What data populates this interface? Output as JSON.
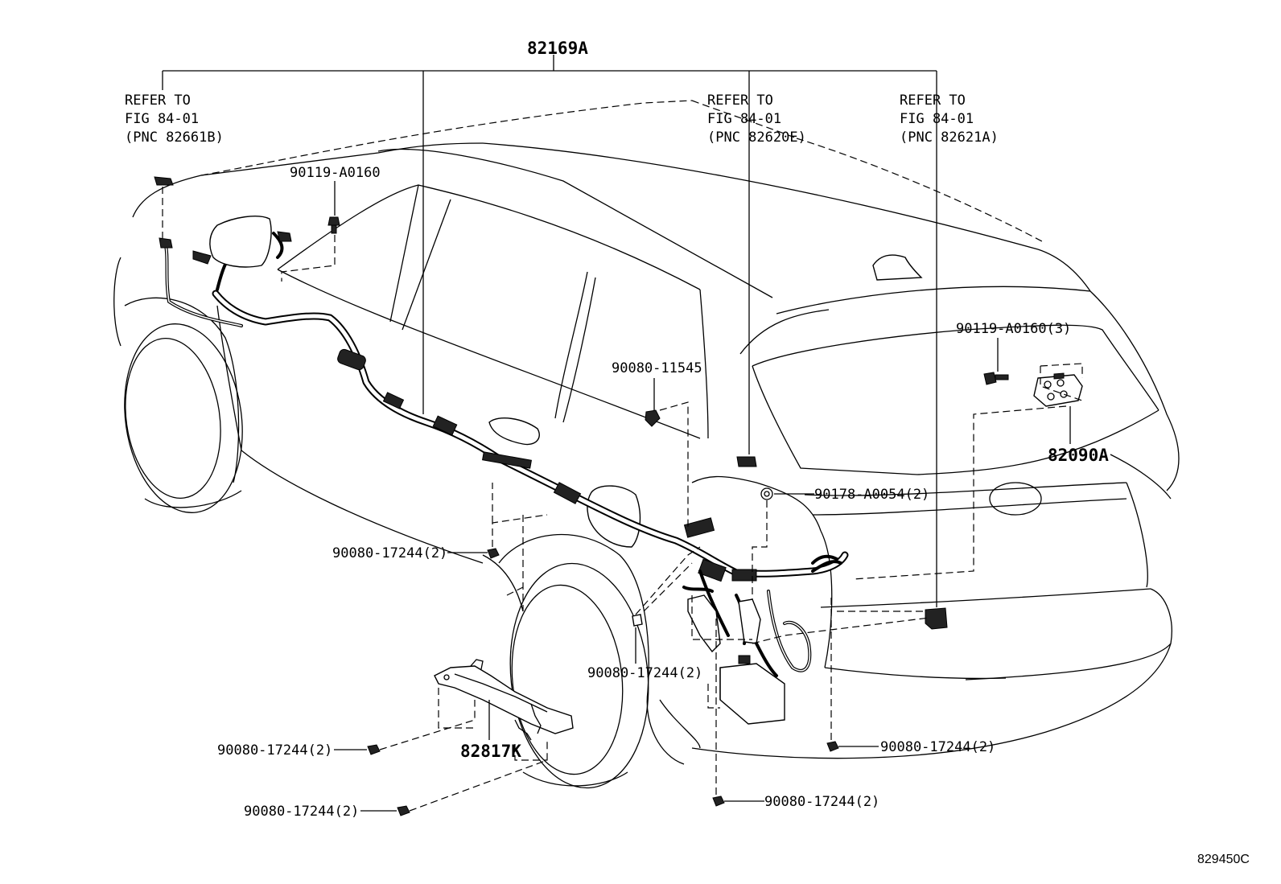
{
  "diagram": {
    "main_part": "82169A",
    "refer_blocks": [
      {
        "line1": "REFER TO",
        "line2": "FIG 84-01",
        "line3": "(PNC 82661B)"
      },
      {
        "line1": "REFER TO",
        "line2": "FIG 84-01",
        "line3": "(PNC 82620E)"
      },
      {
        "line1": "REFER TO",
        "line2": "FIG 84-01",
        "line3": "(PNC 82621A)"
      }
    ],
    "callouts": {
      "bolt_front": "90119-A0160",
      "bolt_rear": "90119-A0160(3)",
      "clip_center": "90080-11545",
      "nut_rear": "90178-A0054(2)",
      "clip_mid": "90080-17244(2)",
      "clip_lower_mid": "90080-17244(2)",
      "clip_rear_right": "90080-17244(2)",
      "clip_rear_bottom": "90080-17244(2)",
      "clip_bracket_upper": "90080-17244(2)",
      "clip_bracket_lower": "90080-17244(2)"
    },
    "parts": {
      "relay_block": "82090A",
      "bracket": "82817K"
    },
    "figure_number": "829450C"
  }
}
